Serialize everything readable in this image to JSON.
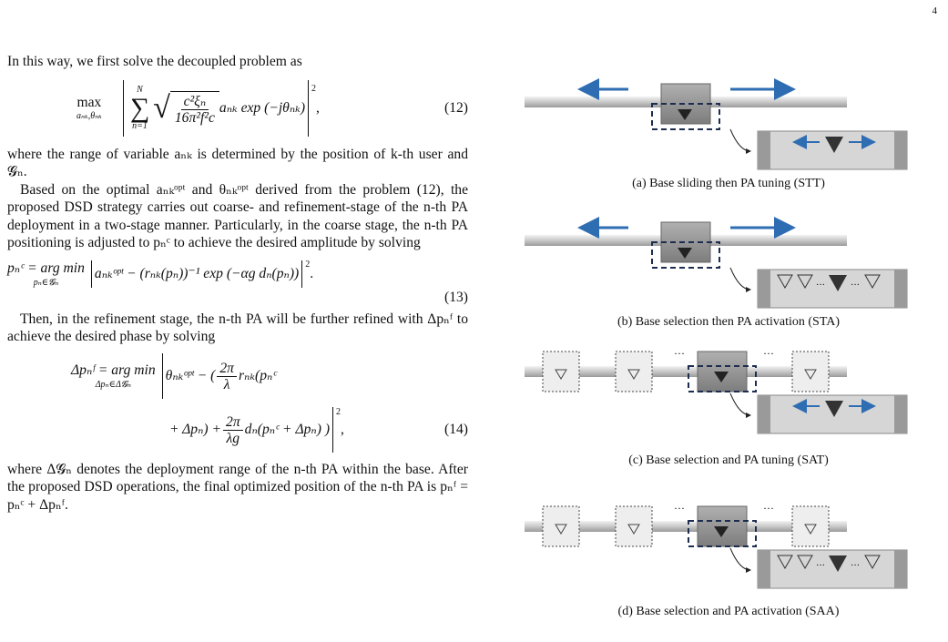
{
  "page_number": "4",
  "text": {
    "p1": "In this way, we first solve the decoupled problem as",
    "eq12_num": "(12)",
    "eq12_max": "max",
    "eq12_maxsub": "aₙₖ,θₙₖ",
    "eq12_sum_top": "N",
    "eq12_sum_bot": "n=1",
    "eq12_frac_num": "c²ξₙ",
    "eq12_frac_den": "16π²f²c",
    "eq12_tail": "aₙₖ exp (−jθₙₖ)",
    "eq12_pow": "2",
    "p2": "where the range of variable aₙₖ is determined by the position of k-th user and 𝓖ₙ.",
    "p3": "Based on the optimal aₙₖᵒᵖᵗ and θₙₖᵒᵖᵗ derived from the problem (12), the proposed DSD strategy carries out coarse- and refinement-stage of the n-th PA deployment in a two-stage manner. Particularly, in the coarse stage, the n-th PA positioning is adjusted to pₙᶜ to achieve the desired amplitude by solving",
    "eq13_lhs": "pₙᶜ = arg min",
    "eq13_sub": "pₙ∈𝓖ₙ",
    "eq13_body": "aₙₖᵒᵖᵗ − (rₙₖ(pₙ))⁻¹ exp (−αg dₙ(pₙ))",
    "eq13_pow": "2",
    "eq13_num": "(13)",
    "p4": "Then, in the refinement stage, the n-th PA will be further refined with Δpₙᶠ to achieve the desired phase by solving",
    "eq14_lhs": "Δpₙᶠ = arg min",
    "eq14_sub": "Δpₙ∈Δ𝓖ₙ",
    "eq14_line1": "θₙₖᵒᵖᵗ − (",
    "eq14_frac1_num": "2π",
    "eq14_frac1_den": "λ",
    "eq14_line1_tail": "rₙₖ(pₙᶜ",
    "eq14_line2_a": "+ Δpₙ) +",
    "eq14_frac2_num": "2π",
    "eq14_frac2_den": "λg",
    "eq14_line2_b": "dₙ(pₙᶜ + Δpₙ) )",
    "eq14_pow": "2",
    "eq14_num": "(14)",
    "p5": "where Δ𝓖ₙ denotes the deployment range of the n-th PA within the base. After the proposed DSD operations, the final optimized position of the n-th PA is pₙᶠ = pₙᶜ + Δpₙᶠ."
  },
  "figure": {
    "captions": [
      "(a) Base sliding then PA tuning (STT)",
      "(b) Base selection then PA activation (STA)",
      "(c) Base selection and PA tuning (SAT)",
      "(d) Base selection and PA activation (SAA)"
    ],
    "ellipsis": "···",
    "colors": {
      "arrow": "#2f6db3",
      "dash_box": "#1c2d50",
      "rail": "#c8c8c8",
      "base": "#8e8e8e",
      "zoom": "#cfcfcf"
    }
  }
}
